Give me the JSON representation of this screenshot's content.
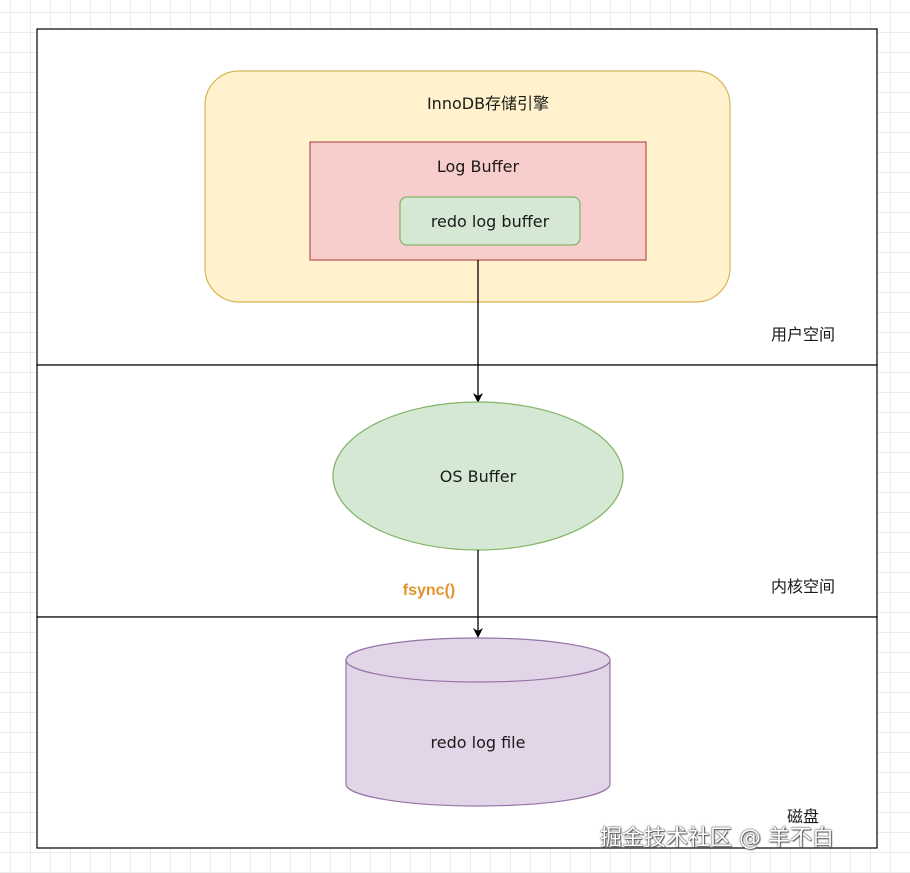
{
  "colors": {
    "engine_fill": "#fff2cc",
    "engine_stroke": "#d6b656",
    "logbuffer_fill": "#f8cecc",
    "logbuffer_stroke": "#b85450",
    "green_fill": "#d5e8d4",
    "green_stroke": "#82b366",
    "disk_fill": "#e1d5e7",
    "disk_stroke": "#9673a6",
    "fsync_text": "#e4922c"
  },
  "diagram": {
    "engine_label": "InnoDB存储引擎",
    "log_buffer_label": "Log Buffer",
    "redo_log_buffer_label": "redo log buffer",
    "os_buffer_label": "OS Buffer",
    "fsync_label": "fsync()",
    "redo_log_file_label": "redo log file",
    "zone_user_label": "用户空间",
    "zone_kernel_label": "内核空间",
    "zone_disk_label": "磁盘"
  },
  "watermark": {
    "text": "掘金技术社区 @ 羊不白"
  }
}
